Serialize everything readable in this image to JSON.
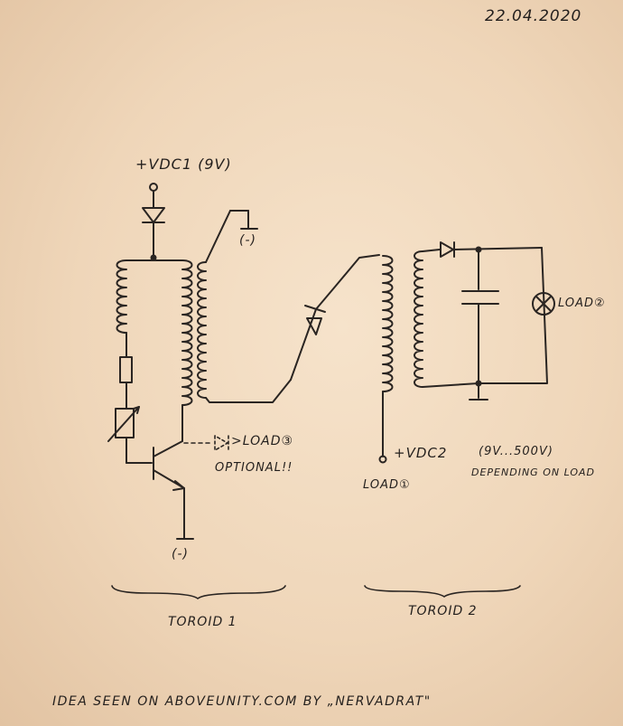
{
  "date": "22.04.2020",
  "labels": {
    "vdc1": "+VDC1 (9V)",
    "gnd_top": "(-)",
    "load3": ">LOAD③",
    "optional": "OPTIONAL!!",
    "gnd_bottom": "(-)",
    "vdc2": "+VDC2",
    "vdc2_range": "(9V...500V)",
    "depending": "DEPENDING ON LOAD",
    "load1": "LOAD①",
    "load2": "LOAD②",
    "toroid1": "TOROID 1",
    "toroid2": "TOROID 2",
    "credit": "IDEA SEEN ON ABOVEUNITY.COM BY „NERVADRAT\""
  }
}
